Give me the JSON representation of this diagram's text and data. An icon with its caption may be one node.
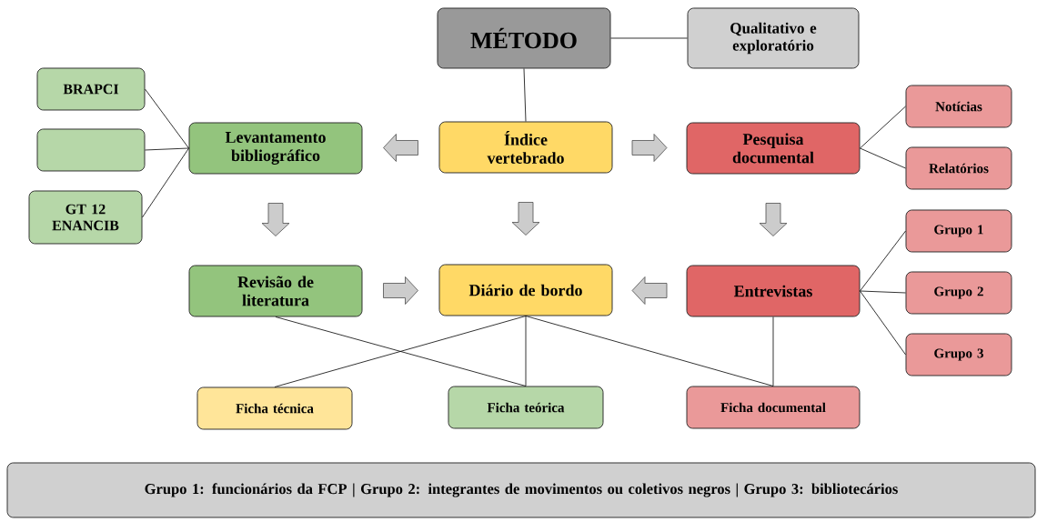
{
  "diagram": {
    "nodes": [
      {
        "text": [
          "MÉTODO"
        ]
      },
      {
        "text": [
          "Qualitativo e exploratório"
        ]
      },
      {
        "text": [
          "Índice vertebrado"
        ]
      },
      {
        "text": [
          "Levantamento bibliográfico"
        ]
      },
      {
        "text": [
          "BRAPCI"
        ]
      },
      {
        "text": [],
        "shape": "box"
      },
      {
        "text": [
          "GT 12 ENANCIB"
        ]
      },
      {
        "text": [
          "Pesquisa documental"
        ]
      },
      {
        "text": [
          "Notícias"
        ]
      },
      {
        "text": [
          "Relatórios"
        ]
      },
      {
        "text": [
          "Revisão de literatura"
        ]
      },
      {
        "text": [
          "Diário de bordo"
        ]
      },
      {
        "text": [
          "Entrevistas"
        ]
      },
      {
        "text": [
          "Grupo 1"
        ]
      },
      {
        "text": [
          "Grupo 2"
        ]
      },
      {
        "text": [
          "Grupo 3"
        ]
      },
      {
        "text": [
          "Ficha técnica"
        ]
      },
      {
        "text": [
          "Ficha teórica"
        ]
      },
      {
        "text": [
          "Ficha documental"
        ]
      },
      {
        "text": [
          "Grupo 1: funcionários da FCP | Grupo 2: integrantes de movimentos ou coletivos negros | Grupo 3: bibliotecários"
        ]
      }
    ],
    "edges": [
      {
        "from": 0,
        "to": 1,
        "arrow": "none"
      },
      {
        "from": 0,
        "to": 2,
        "arrow": "none"
      },
      {
        "from": 2,
        "to": 3,
        "arrow": "to"
      },
      {
        "from": 2,
        "to": 7,
        "arrow": "to"
      },
      {
        "from": 3,
        "to": 4,
        "arrow": "none"
      },
      {
        "from": 3,
        "to": 5,
        "arrow": "none"
      },
      {
        "from": 3,
        "to": 6,
        "arrow": "none"
      },
      {
        "from": 7,
        "to": 8,
        "arrow": "none"
      },
      {
        "from": 7,
        "to": 9,
        "arrow": "none"
      },
      {
        "from": 3,
        "to": 10,
        "arrow": "to"
      },
      {
        "from": 2,
        "to": 11,
        "arrow": "to"
      },
      {
        "from": 7,
        "to": 12,
        "arrow": "to"
      },
      {
        "from": 10,
        "to": 11,
        "arrow": "to"
      },
      {
        "from": 12,
        "to": 11,
        "arrow": "to"
      },
      {
        "from": 12,
        "to": 13,
        "arrow": "none"
      },
      {
        "from": 12,
        "to": 14,
        "arrow": "none"
      },
      {
        "from": 12,
        "to": 15,
        "arrow": "none"
      },
      {
        "from": 10,
        "to": 17,
        "arrow": "none"
      },
      {
        "from": 11,
        "to": 16,
        "arrow": "none"
      },
      {
        "from": 11,
        "to": 17,
        "arrow": "none"
      },
      {
        "from": 11,
        "to": 18,
        "arrow": "none"
      },
      {
        "from": 12,
        "to": 18,
        "arrow": "none"
      }
    ]
  }
}
